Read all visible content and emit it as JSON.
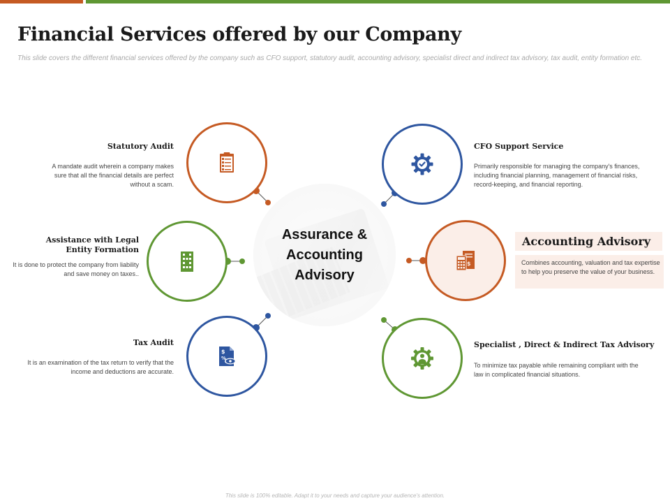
{
  "header": {
    "title": "Financial Services offered by our Company",
    "subtitle": "This slide covers the different financial services offered by the company such as CFO support, statutory audit, accounting advisory, specialist direct and indirect tax advisory, tax audit, entity formation etc."
  },
  "center": {
    "label": "Assurance & Accounting Advisory"
  },
  "services": {
    "statutory_audit": {
      "title": "Statutory Audit",
      "description": "A mandate audit wherein a company makes sure that all the financial details are perfect without a scam.",
      "icon": "clipboard-checklist-icon",
      "color": "#c55a23"
    },
    "legal_entity": {
      "title": "Assistance with Legal Entity Formation",
      "description": "It is done to protect the company from liability and save money on taxes..",
      "icon": "building-icon",
      "color": "#5f9733"
    },
    "tax_audit": {
      "title": "Tax Audit",
      "description": "It is an examination of the tax return to verify that the income and deductions are accurate.",
      "icon": "tax-document-eye-icon",
      "color": "#2e56a0"
    },
    "cfo_support": {
      "title": "CFO Support Service",
      "description": "Primarily responsible for managing the company's finances, including financial planning, management of financial risks, record-keeping, and financial reporting.",
      "icon": "gear-check-icon",
      "color": "#2e56a0"
    },
    "accounting_advisory": {
      "title": "Accounting Advisory",
      "description": "Combines accounting, valuation and tax expertise to help you preserve the value of your business.",
      "icon": "calculator-documents-icon",
      "color": "#c55a23",
      "highlight": "#fbeee8"
    },
    "tax_advisory": {
      "title": "Specialist , Direct & Indirect Tax Advisory",
      "description": "To minimize tax payable while remaining compliant with the law in complicated financial situations.",
      "icon": "gear-person-icon",
      "color": "#5f9733"
    }
  },
  "footer": {
    "note": "This slide is 100% editable. Adapt it to your needs and capture your audience's attention."
  }
}
